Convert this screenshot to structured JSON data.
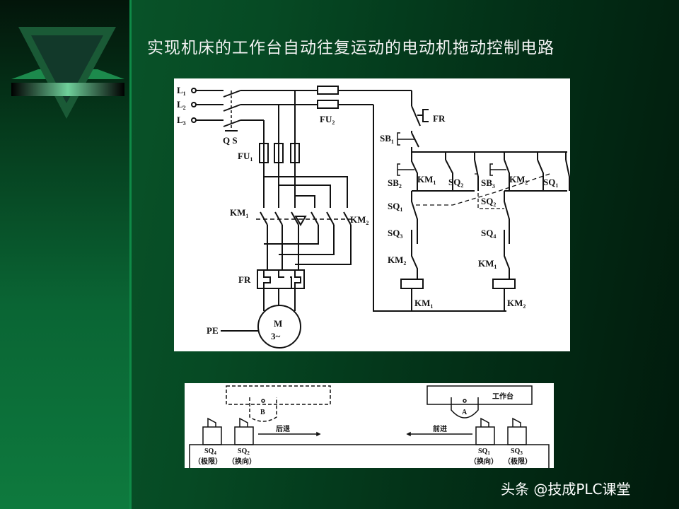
{
  "slide": {
    "title": "实现机床的工作台自动往复运动的电动机拖动控制电路",
    "colors": {
      "background": "#064a24",
      "sidebar_accent": "#0f8a47",
      "title_text": "#f2f2f2"
    }
  },
  "circuit": {
    "L1": {
      "m": "L",
      "s": "1"
    },
    "L2": {
      "m": "L",
      "s": "2"
    },
    "L3": {
      "m": "L",
      "s": "3"
    },
    "QS": "Q S",
    "FU1": {
      "m": "FU",
      "s": "1"
    },
    "FU2": {
      "m": "FU",
      "s": "2"
    },
    "KM1_main": {
      "m": "KM",
      "s": "1"
    },
    "KM2_main": {
      "m": "KM",
      "s": "2"
    },
    "FR_main": "FR",
    "motor_m": "M",
    "motor_phase": "3~",
    "PE": "PE",
    "FR_contact": "FR",
    "SB1": {
      "m": "SB",
      "s": "1"
    },
    "SB2": {
      "m": "SB",
      "s": "2"
    },
    "KM1_aux": {
      "m": "KM",
      "s": "1"
    },
    "SQ2_a": {
      "m": "SQ",
      "s": "2"
    },
    "SB3": {
      "m": "SB",
      "s": "3"
    },
    "KM2_aux": {
      "m": "KM",
      "s": "2"
    },
    "SQ1_a": {
      "m": "SQ",
      "s": "1"
    },
    "SQ1_b": {
      "m": "SQ",
      "s": "1"
    },
    "SQ2_b": {
      "m": "SQ",
      "s": "2"
    },
    "SQ3": {
      "m": "SQ",
      "s": "3"
    },
    "SQ4": {
      "m": "SQ",
      "s": "4"
    },
    "KM2_int": {
      "m": "KM",
      "s": "2"
    },
    "KM1_int": {
      "m": "KM",
      "s": "1"
    },
    "KM1_coil": {
      "m": "KM",
      "s": "1"
    },
    "KM2_coil": {
      "m": "KM",
      "s": "2"
    }
  },
  "layout": {
    "worktable": "工作台",
    "A": "A",
    "B": "B",
    "backward": "后退",
    "forward": "前进",
    "SQ4": {
      "m": "SQ",
      "s": "4",
      "note": "（极限）"
    },
    "SQ2": {
      "m": "SQ",
      "s": "2",
      "note": "（换向）"
    },
    "SQ1": {
      "m": "SQ",
      "s": "1",
      "note": "（换向）"
    },
    "SQ3": {
      "m": "SQ",
      "s": "3",
      "note": "（极限）"
    }
  },
  "watermark": "头条 @技成PLC课堂"
}
